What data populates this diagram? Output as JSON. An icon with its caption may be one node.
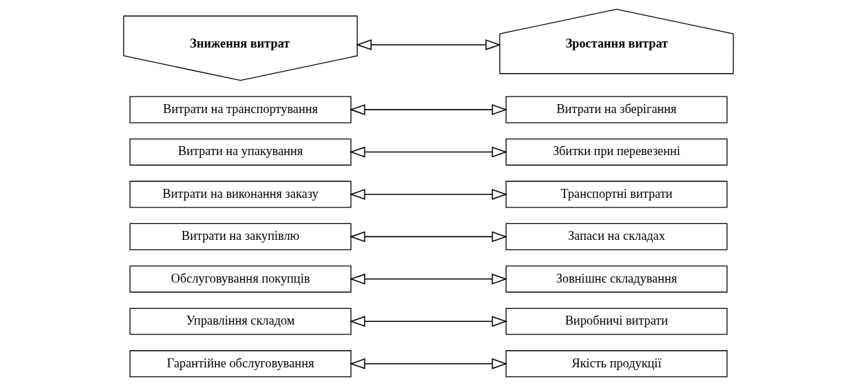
{
  "diagram": {
    "nodes": [
      {
        "text": [
          "Зниження витрат"
        ]
      },
      {
        "text": [
          "Зростання витрат"
        ]
      },
      {
        "text": [
          "Витрати на транспортування"
        ]
      },
      {
        "text": [
          "Витрати на зберігання"
        ]
      },
      {
        "text": [
          "Витрати на упакування"
        ]
      },
      {
        "text": [
          "Збитки при перевезенні"
        ]
      },
      {
        "text": [
          "Витрати на виконання заказу"
        ]
      },
      {
        "text": [
          "Транспортні витрати"
        ]
      },
      {
        "text": [
          "Витрати на закупівлю"
        ]
      },
      {
        "text": [
          "Запаси на складах"
        ]
      },
      {
        "text": [
          "Обслуговування покупців"
        ]
      },
      {
        "text": [
          "Зовнішнє складування"
        ]
      },
      {
        "text": [
          "Управління складом"
        ]
      },
      {
        "text": [
          "Виробничі витрати"
        ]
      },
      {
        "text": [
          "Гарантійне обслуговування"
        ]
      },
      {
        "text": [
          "Якість продукції"
        ]
      }
    ],
    "edges": [
      {
        "from": 0,
        "to": 1,
        "arrow": "both"
      },
      {
        "from": 2,
        "to": 3,
        "arrow": "both"
      },
      {
        "from": 4,
        "to": 5,
        "arrow": "both"
      },
      {
        "from": 6,
        "to": 7,
        "arrow": "both"
      },
      {
        "from": 8,
        "to": 9,
        "arrow": "both"
      },
      {
        "from": 10,
        "to": 11,
        "arrow": "both"
      },
      {
        "from": 12,
        "to": 13,
        "arrow": "both"
      },
      {
        "from": 14,
        "to": 15,
        "arrow": "both"
      }
    ]
  }
}
